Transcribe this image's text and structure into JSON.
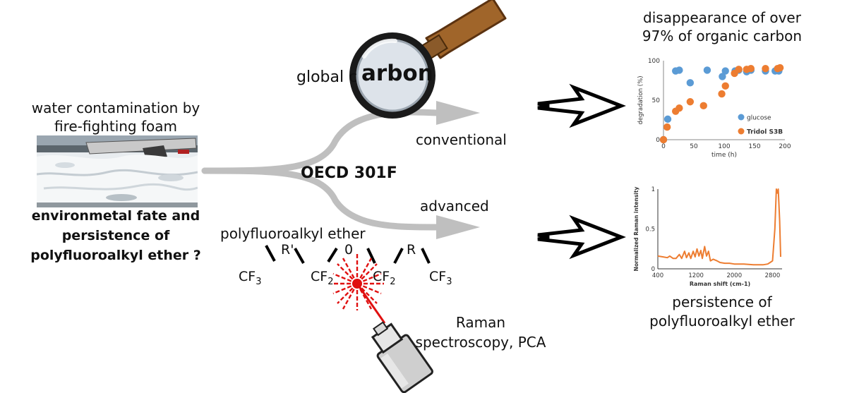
{
  "left": {
    "caption_line1": "water contamination by",
    "caption_line2": "fire-fighting foam",
    "question_line1": "environmetal fate and",
    "question_line2": "persistence of",
    "question_line3": "polyfluoroalkyl ether ?"
  },
  "center": {
    "global_prefix": "global c",
    "magnified": "arbon",
    "method": "OECD 301F",
    "branch_top": "conventional",
    "branch_bottom": "advanced",
    "molecule_title": "polyfluoroalkyl ether",
    "raman_line1": "Raman",
    "raman_line2": "spectroscopy, PCA"
  },
  "molecule": {
    "cf3": "CF",
    "cf2": "CF",
    "sub3": "3",
    "sub2": "2",
    "r_prime": "R'",
    "o": "0",
    "r": "R"
  },
  "right": {
    "top_line1": "disappearance of over",
    "top_line2": "97% of organic carbon",
    "bottom_line1": "persistence of",
    "bottom_line2": "polyfluoroalkyl ether"
  },
  "colors": {
    "glucose": "#5b9bd5",
    "tridol": "#ed7d31",
    "arrow_gray": "#bfbfbf",
    "laser": "#e01010",
    "magnifier_handle": "#a0652a"
  },
  "chart_data": [
    {
      "type": "scatter",
      "ylabel": "degradation (%)",
      "xlabel": "time (h)",
      "xlim": [
        0,
        200
      ],
      "ylim": [
        0,
        100
      ],
      "xticks": [
        0,
        50,
        100,
        150,
        200
      ],
      "yticks": [
        0,
        50,
        100
      ],
      "legend_position": "bottom-right",
      "series": [
        {
          "name": "glucose",
          "color": "#5b9bd5",
          "points": [
            [
              0,
              0
            ],
            [
              7,
              26
            ],
            [
              20,
              87
            ],
            [
              26,
              88
            ],
            [
              44,
              72
            ],
            [
              72,
              88
            ],
            [
              97,
              80
            ],
            [
              102,
              87
            ],
            [
              118,
              87
            ],
            [
              124,
              88
            ],
            [
              137,
              86
            ],
            [
              144,
              88
            ],
            [
              168,
              87
            ],
            [
              184,
              87
            ],
            [
              190,
              87
            ]
          ]
        },
        {
          "name": "Tridol S3B",
          "color": "#ed7d31",
          "points": [
            [
              0,
              0
            ],
            [
              6,
              16
            ],
            [
              20,
              36
            ],
            [
              26,
              40
            ],
            [
              44,
              48
            ],
            [
              66,
              43
            ],
            [
              96,
              58
            ],
            [
              102,
              68
            ],
            [
              117,
              84
            ],
            [
              124,
              89
            ],
            [
              137,
              89
            ],
            [
              144,
              90
            ],
            [
              168,
              90
            ],
            [
              188,
              90
            ],
            [
              192,
              91
            ]
          ]
        }
      ]
    },
    {
      "type": "line",
      "ylabel": "Normalized Raman intensity",
      "xlabel": "Raman shift (cm-1)",
      "xlim": [
        400,
        3000
      ],
      "ylim": [
        0,
        1
      ],
      "xticks": [
        400,
        1200,
        2000,
        2800
      ],
      "yticks": [
        0,
        0.5,
        1
      ],
      "series": [
        {
          "name": "",
          "color": "#ed7d31",
          "points": [
            [
              400,
              0.16
            ],
            [
              500,
              0.15
            ],
            [
              600,
              0.14
            ],
            [
              650,
              0.16
            ],
            [
              720,
              0.13
            ],
            [
              780,
              0.13
            ],
            [
              850,
              0.18
            ],
            [
              900,
              0.13
            ],
            [
              960,
              0.22
            ],
            [
              1000,
              0.14
            ],
            [
              1050,
              0.2
            ],
            [
              1090,
              0.13
            ],
            [
              1140,
              0.22
            ],
            [
              1180,
              0.15
            ],
            [
              1220,
              0.25
            ],
            [
              1260,
              0.16
            ],
            [
              1300,
              0.23
            ],
            [
              1330,
              0.13
            ],
            [
              1380,
              0.28
            ],
            [
              1420,
              0.16
            ],
            [
              1460,
              0.22
            ],
            [
              1500,
              0.1
            ],
            [
              1560,
              0.12
            ],
            [
              1640,
              0.1
            ],
            [
              1700,
              0.08
            ],
            [
              1800,
              0.07
            ],
            [
              1900,
              0.07
            ],
            [
              2000,
              0.06
            ],
            [
              2200,
              0.06
            ],
            [
              2400,
              0.05
            ],
            [
              2600,
              0.05
            ],
            [
              2700,
              0.06
            ],
            [
              2750,
              0.08
            ],
            [
              2800,
              0.1
            ],
            [
              2850,
              0.5
            ],
            [
              2880,
              1.0
            ],
            [
              2900,
              0.95
            ],
            [
              2920,
              1.0
            ],
            [
              2950,
              0.6
            ],
            [
              2970,
              0.15
            ]
          ]
        }
      ]
    }
  ]
}
